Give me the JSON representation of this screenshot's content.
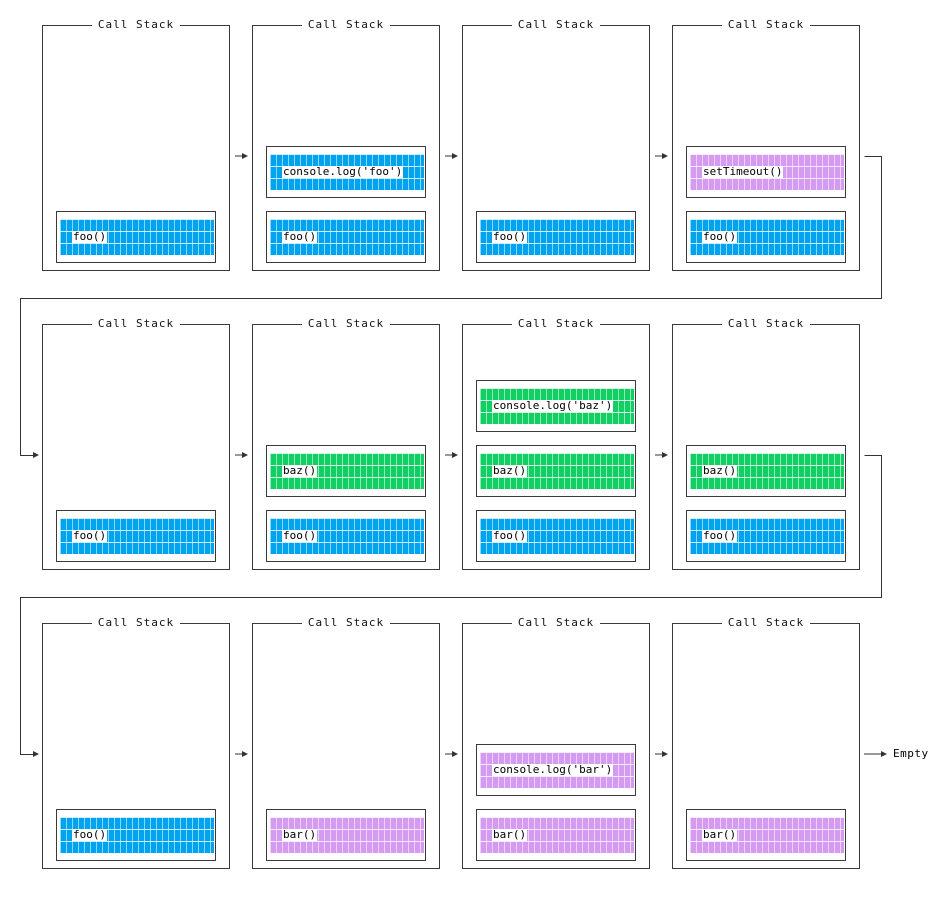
{
  "panel_title": "Call Stack",
  "colors": {
    "blue": "#00a4ee",
    "green": "#12cf64",
    "purple": "#d49bf0",
    "line": "#333333"
  },
  "end_label": "Empty",
  "steps": [
    {
      "frames": [
        {
          "label": "foo()",
          "color": "blue"
        }
      ]
    },
    {
      "frames": [
        {
          "label": "foo()",
          "color": "blue"
        },
        {
          "label": "console.log('foo')",
          "color": "blue"
        }
      ]
    },
    {
      "frames": [
        {
          "label": "foo()",
          "color": "blue"
        }
      ]
    },
    {
      "frames": [
        {
          "label": "foo()",
          "color": "blue"
        },
        {
          "label": "setTimeout()",
          "color": "purple"
        }
      ]
    },
    {
      "frames": [
        {
          "label": "foo()",
          "color": "blue"
        }
      ]
    },
    {
      "frames": [
        {
          "label": "foo()",
          "color": "blue"
        },
        {
          "label": "baz()",
          "color": "green"
        }
      ]
    },
    {
      "frames": [
        {
          "label": "foo()",
          "color": "blue"
        },
        {
          "label": "baz()",
          "color": "green"
        },
        {
          "label": "console.log('baz')",
          "color": "green"
        }
      ]
    },
    {
      "frames": [
        {
          "label": "foo()",
          "color": "blue"
        },
        {
          "label": "baz()",
          "color": "green"
        }
      ]
    },
    {
      "frames": [
        {
          "label": "foo()",
          "color": "blue"
        }
      ]
    },
    {
      "frames": [
        {
          "label": "bar()",
          "color": "purple"
        }
      ]
    },
    {
      "frames": [
        {
          "label": "bar()",
          "color": "purple"
        },
        {
          "label": "console.log('bar')",
          "color": "purple"
        }
      ]
    },
    {
      "frames": [
        {
          "label": "bar()",
          "color": "purple"
        }
      ]
    }
  ]
}
